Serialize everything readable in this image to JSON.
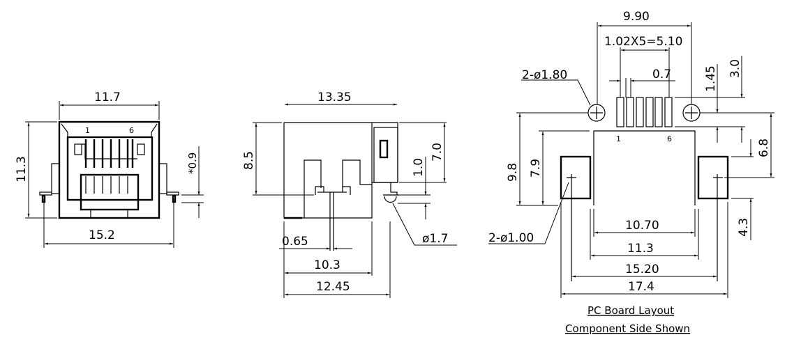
{
  "front_view": {
    "width_top": "11.7",
    "height": "11.3",
    "pin_offset": "*0.9",
    "width_bottom": "15.2",
    "pin_1": "1",
    "pin_6": "6"
  },
  "side_view": {
    "depth": "13.35",
    "height": "8.5",
    "latch_height": "7.0",
    "peg_offset": "1.0",
    "pin_width": "0.65",
    "pin_position": "10.3",
    "peg_position": "12.45",
    "peg_diameter": "ø1.7"
  },
  "pcb_layout": {
    "hole_spacing": "9.90",
    "pin_pitch": "1.02X5=5.10",
    "pad_width": "0.7",
    "mount_holes": "2-ø1.80",
    "pad_offset_1": "1.45",
    "pad_length": "3.0",
    "pin_1": "1",
    "pin_6": "6",
    "hole_to_edge": "9.8",
    "body_depth": "7.9",
    "hole_to_shield": "6.8",
    "shield_pad_height": "4.3",
    "shield_holes": "2-ø1.00",
    "body_width": "10.70",
    "inner_pad_span": "11.3",
    "shield_hole_span": "15.20",
    "outer_pad_span": "17.4",
    "title": "PC Board Layout",
    "subtitle": "Component Side Shown"
  }
}
